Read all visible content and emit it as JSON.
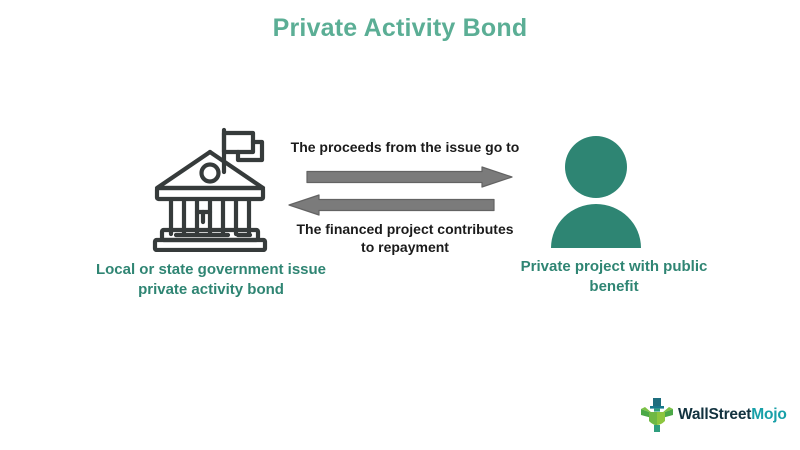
{
  "page": {
    "title": "Private Activity Bond",
    "background_color": "#ffffff"
  },
  "colors": {
    "title_teal": "#5BAE95",
    "caption_teal": "#2F8573",
    "arrow_gray": "#7B7B7B",
    "arrow_gray_stroke": "#636363",
    "icon_dark": "#363B3B",
    "person_teal": "#2E8573",
    "logo_navy": "#12323F",
    "logo_teal": "#18A0A8",
    "label_black": "#1b1b1b"
  },
  "diagram": {
    "left_node": {
      "icon": "government-building-icon",
      "caption": "Local or state government issue private activity bond"
    },
    "right_node": {
      "icon": "person-icon",
      "caption": "Private project with public benefit"
    },
    "flows": [
      {
        "direction": "right",
        "label": "The proceeds from the issue go to",
        "icon": "arrow-right-icon"
      },
      {
        "direction": "left",
        "label": "The financed project contributes to repayment",
        "icon": "arrow-left-icon"
      }
    ]
  },
  "footer": {
    "logo": {
      "mark_icon": "wallstreetmojo-mascot-icon",
      "name_part_1": "WallStreet",
      "name_part_2": "Mojo"
    }
  }
}
